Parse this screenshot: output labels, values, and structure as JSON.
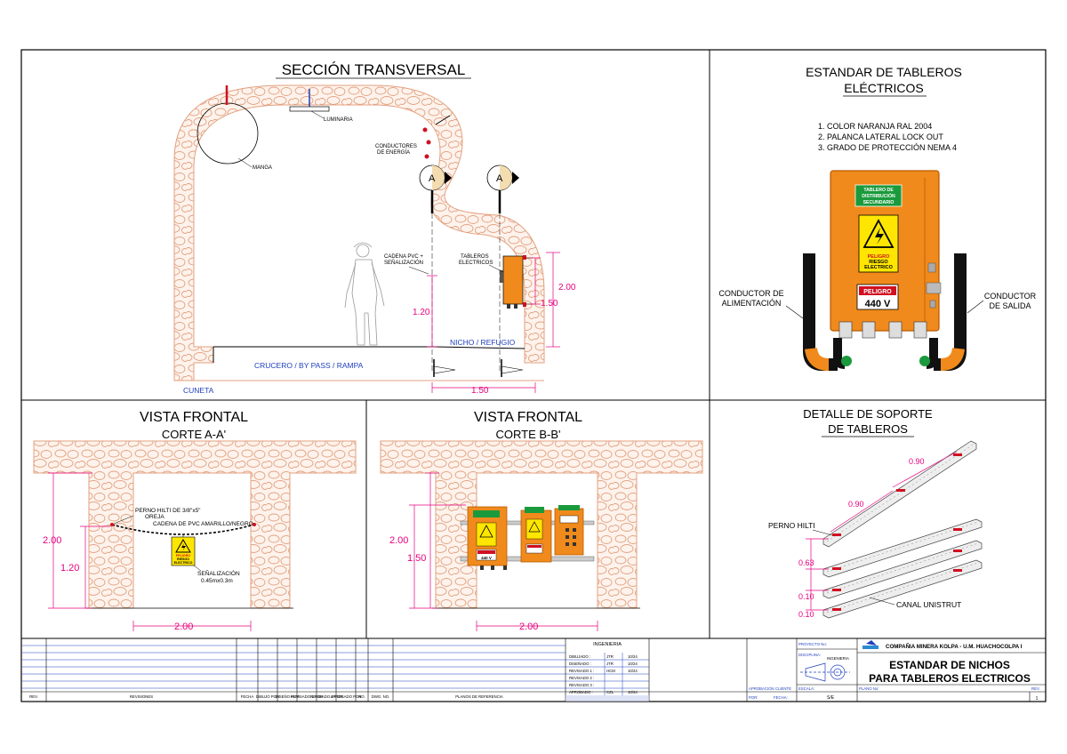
{
  "panels": {
    "section": {
      "title": "SECCIÓN TRANSVERSAL",
      "labels": {
        "luminaria": "LUMINARIA",
        "conductores_1": "CONDUCTORES",
        "conductores_2": "DE ENERGÍA",
        "manga": "MANGA",
        "cadena_1": "CADENA PVC +",
        "cadena_2": "SEÑALIZACIÓN",
        "tableros_1": "TABLEROS",
        "tableros_2": "ELECTRICOS",
        "nicho": "NICHO / REFUGIO",
        "crucero": "CRUCERO / BY PASS / RAMPA",
        "cuneta": "CUNETA",
        "sign_letter": "A"
      },
      "dims": {
        "h_200": "2.00",
        "h_120": "1.20",
        "h_150": "1.50",
        "w_150": "1.50"
      }
    },
    "standard": {
      "title_1": "ESTANDAR DE TABLEROS",
      "title_2": "ELÉCTRICOS",
      "items": [
        "1. COLOR NARANJA RAL 2004",
        "2. PALANCA LATERAL LOCK OUT",
        "3. GRADO DE PROTECCIÓN NEMA 4"
      ],
      "board_label_1": "TABLERO DE",
      "board_label_2": "DISTRIBUCIÓN",
      "board_label_3": "SECUNDARIO",
      "warning_1": "PELIGRO",
      "warning_2": "RIESGO",
      "warning_3": "ELECTRICO",
      "voltage_tag": "PELIGRO",
      "voltage": "440 V",
      "cond_in_1": "CONDUCTOR DE",
      "cond_in_2": "ALIMENTACIÓN",
      "cond_out_1": "CONDUCTOR",
      "cond_out_2": "DE SALIDA"
    },
    "front_a": {
      "title": "VISTA FRONTAL",
      "subtitle": "CORTE A-A'",
      "labels": {
        "perno": "PERNO HILTI DE 3/8\"x5\"",
        "oreja": "OREJA",
        "cadena": "CADENA DE PVC AMARILLO/NEGRO",
        "senal": "SEÑALIZACIÓN",
        "senal_dim": "0.45mx0.3m",
        "sign_1": "PELIGRO",
        "sign_2": "RIESGO",
        "sign_3": "ELECTRICO"
      },
      "dims": {
        "h_200": "2.00",
        "h_120": "1.20",
        "w_200": "2.00"
      }
    },
    "front_b": {
      "title": "VISTA FRONTAL",
      "subtitle": "CORTE B-B'",
      "voltage": "440 V",
      "dims": {
        "h_200": "2.00",
        "h_150": "1.50",
        "w_200": "2.00"
      }
    },
    "support": {
      "title_1": "DETALLE DE SOPORTE",
      "title_2": "DE TABLEROS",
      "perno": "PERNO HILTI",
      "canal": "CANAL UNISTRUT",
      "dims": [
        "0.90",
        "0.90",
        "0.63",
        "0.10",
        "0.10"
      ]
    }
  },
  "title_block": {
    "rev_headers": [
      "REV.",
      "REVISIONES",
      "FECHA",
      "DIBUJO POR",
      "DISEÑO POR",
      "REVISADO 1 POR",
      "REVISADO 2 POR",
      "APROBADO POR",
      "NO.",
      "DWG. NO.",
      "PLANOS DE REFERENCIA"
    ],
    "ingenieria": "INGENIERIA",
    "approval_rows": [
      {
        "label": "DIBUJADO :",
        "who": "JTR",
        "date": "10/24"
      },
      {
        "label": "DISEÑADO :",
        "who": "JTR",
        "date": "10/24"
      },
      {
        "label": "REVISADO 1 :",
        "who": "HCM",
        "date": "10/24"
      },
      {
        "label": "REVISADO 2 :",
        "who": "",
        "date": ""
      },
      {
        "label": "REVISADO 3 :",
        "who": "",
        "date": ""
      },
      {
        "label": "APROBADO :",
        "who": "CZL",
        "date": "10/24"
      }
    ],
    "aprobacion": "APROBACION CLIENTE",
    "por": "POR:",
    "fecha": "FECHA:",
    "proyecto": "PROYECTO No:",
    "disciplina": "DISCIPLINA:",
    "disciplina_val": "INGENIERIA",
    "escala": "ESCALA:",
    "escala_val": "S/E",
    "company": "COMPAÑIA MINERA KOLPA - U.M. HUACHOCOLPA I",
    "drawing_title_1": "ESTANDAR DE NICHOS",
    "drawing_title_2": "PARA TABLEROS ELECTRICOS",
    "plano": "PLANO No:",
    "rev": "REV.",
    "rev_val": "1"
  },
  "colors": {
    "rock": "#e8a888",
    "rock_fill": "#fbeee6",
    "orange": "#f08a1c",
    "magenta": "#e6007e",
    "blue": "#1f3fbf",
    "green": "#1a9a3c",
    "yellow": "#ffe600",
    "red": "#d01020"
  }
}
